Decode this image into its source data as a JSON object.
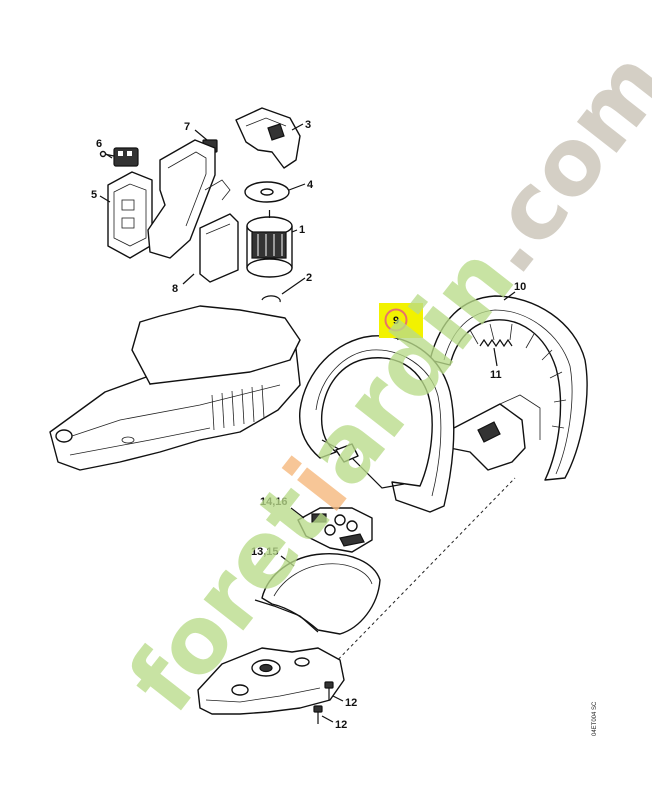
{
  "watermark": {
    "prefix": "foret",
    "accent": "i",
    "suffix": "ardin",
    "domain": ".com",
    "colors": {
      "green": "#b9dc8a",
      "orange": "#f6b77a",
      "grey": "#c8c2b6"
    }
  },
  "highlight": {
    "color": "#f2f200",
    "circle_color": "#e8736a",
    "label": "9"
  },
  "parts": {
    "p1": "1",
    "p2": "2",
    "p3": "3",
    "p4": "4",
    "p5": "5",
    "p6": "6",
    "p7": "7",
    "p8": "8",
    "p10": "10",
    "p11": "11",
    "p12a": "12",
    "p12b": "12",
    "p14_16": "14,16",
    "p13_15": "13,15"
  },
  "drawing_code": "04ET004 SC"
}
